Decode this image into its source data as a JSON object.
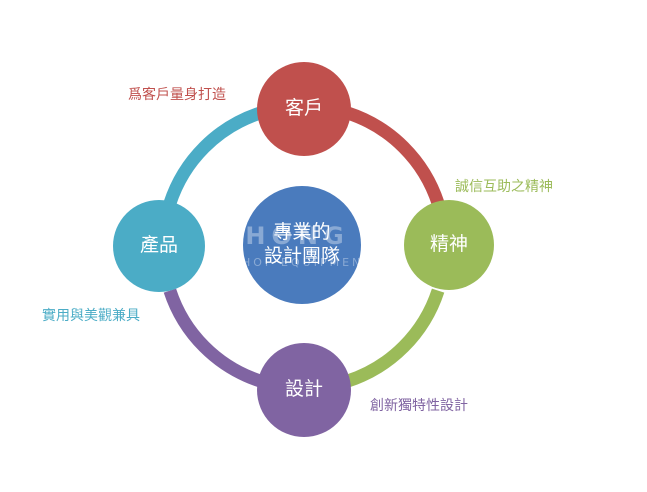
{
  "diagram": {
    "center": {
      "line1": "專業的",
      "line2": "設計團隊",
      "color": "#4a7bbd"
    },
    "nodes": [
      {
        "id": "customer",
        "label": "客戶",
        "color": "#c0504d"
      },
      {
        "id": "spirit",
        "label": "精神",
        "color": "#9bbb59"
      },
      {
        "id": "design",
        "label": "設計",
        "color": "#8064a2"
      },
      {
        "id": "product",
        "label": "產品",
        "color": "#4bacc6"
      }
    ],
    "arcs": [
      {
        "from": "customer",
        "to": "spirit",
        "color": "#c0504d"
      },
      {
        "from": "spirit",
        "to": "design",
        "color": "#9bbb59"
      },
      {
        "from": "design",
        "to": "product",
        "color": "#8064a2"
      },
      {
        "from": "product",
        "to": "customer",
        "color": "#4bacc6"
      }
    ],
    "captions": {
      "customer": {
        "text": "爲客戶量身打造",
        "color": "#c0504d"
      },
      "spirit": {
        "text": "誠信互助之精神",
        "color": "#9bbb59"
      },
      "design": {
        "text": "創新獨特性設計",
        "color": "#8064a2"
      },
      "product": {
        "text": "實用與美觀兼具",
        "color": "#4bacc6"
      }
    },
    "watermark": {
      "top": "ZHONG PI",
      "bottom": "SHOP EQUIPMENT"
    }
  }
}
